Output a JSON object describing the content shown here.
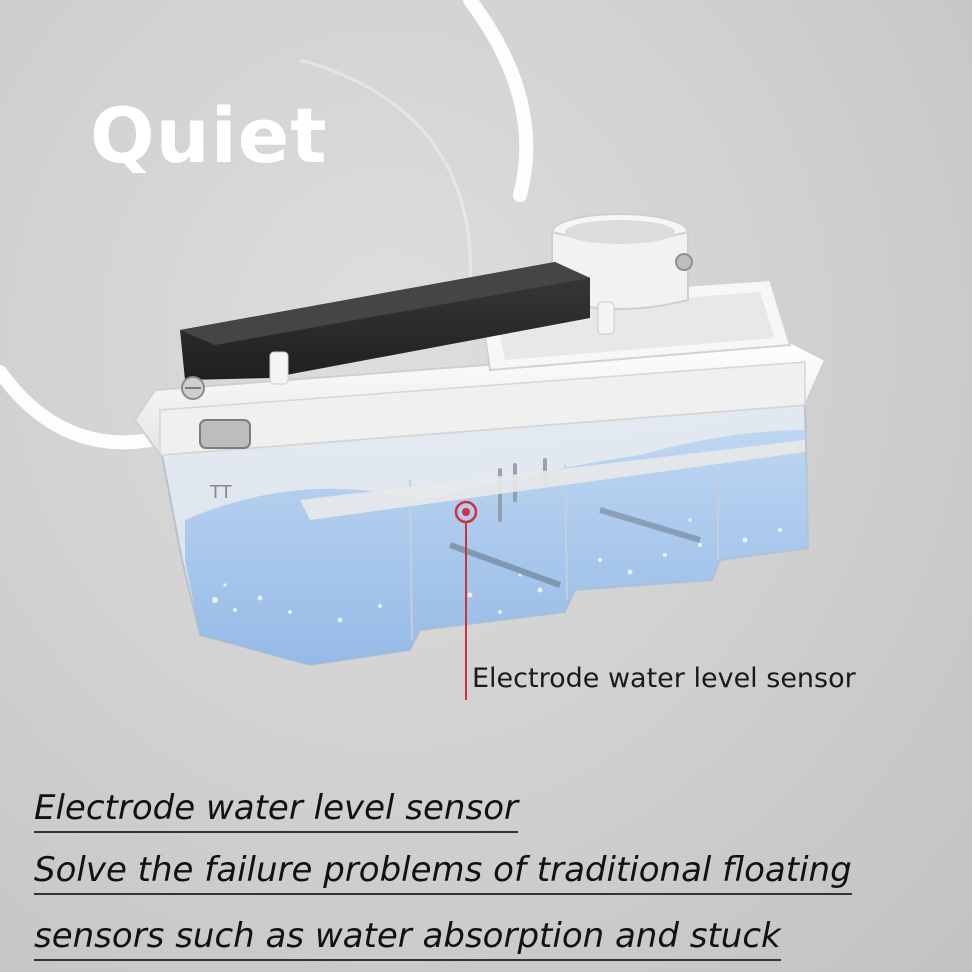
{
  "headline": "Quiet",
  "callout": {
    "label": "Electrode water level sensor",
    "accent_color": "#d32f3c"
  },
  "caption": {
    "line1": "Electrode water level sensor",
    "line2": "Solve the failure problems of traditional floating",
    "line3": "sensors such as water absorption and stuck"
  },
  "colors": {
    "water": "#9fc3ec",
    "housing": "#f4f4f4",
    "cover": "#2f2f2f"
  }
}
